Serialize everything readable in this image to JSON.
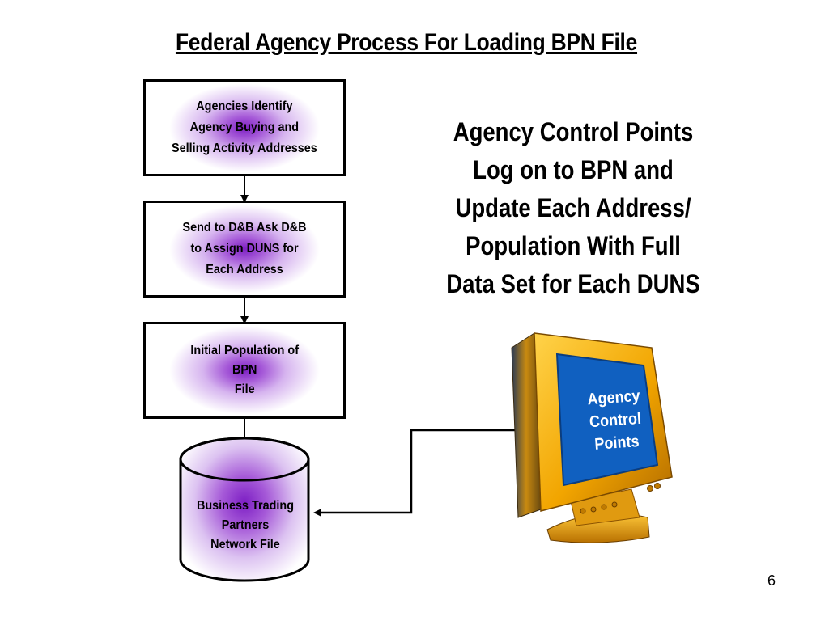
{
  "title": "Federal Agency Process For Loading BPN File",
  "steps": [
    {
      "lines": [
        "Agencies Identify",
        "Agency Buying and",
        "Selling Activity Addresses"
      ]
    },
    {
      "lines": [
        "Send to D&B Ask D&B",
        "to Assign DUNS for",
        "Each Address"
      ]
    },
    {
      "lines": [
        "Initial Population of",
        "BPN",
        "File"
      ]
    }
  ],
  "database": {
    "lines": [
      "Business Trading",
      "Partners",
      "Network File"
    ]
  },
  "side_text": {
    "lines": [
      "Agency Control Points",
      "Log on to BPN and",
      "Update Each Address/",
      "Population With Full",
      "Data Set for Each DUNS"
    ]
  },
  "monitor": {
    "icon": "computer-monitor-icon",
    "screen_lines": [
      "Agency",
      "Control",
      "Points"
    ]
  },
  "page_number": "6",
  "colors": {
    "glow": "#7d1fc4",
    "monitor_body": "#f2a500",
    "monitor_screen": "#1060c0"
  }
}
